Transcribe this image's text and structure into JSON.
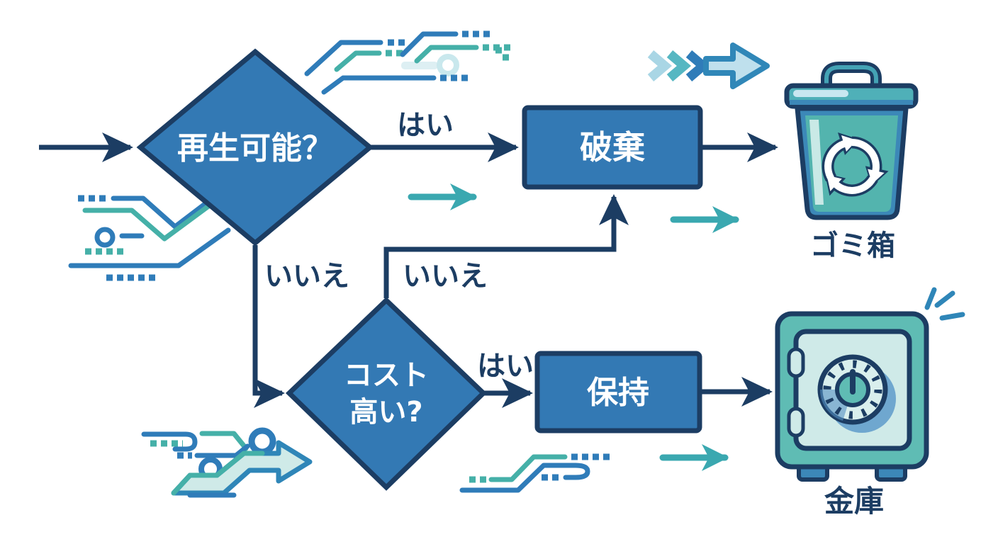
{
  "colors": {
    "navy": "#1c3d63",
    "node_blue": "#3379b4",
    "text_white": "#ffffff",
    "teal": "#3aa8b0",
    "deco_blue": "#2f7cb9",
    "deco_teal": "#45b0a8",
    "pale_teal": "#cfeae8",
    "pale_blue": "#bfe0ed",
    "trash_teal": "#53b4ae",
    "band_blue": "#3c88b8",
    "safe_teal": "#5fbcb4",
    "shadow_blue": "#5e9bca",
    "pale_ring": "#c9e8ed"
  },
  "flow": {
    "decision1": {
      "label": "再生可能？"
    },
    "decision2": {
      "line1": "コスト",
      "line2": "高い?"
    },
    "discard": {
      "label": "破棄"
    },
    "keep": {
      "label": "保持"
    },
    "trash": {
      "caption": "ゴミ箱"
    },
    "safe": {
      "caption": "金庫"
    },
    "edges": {
      "d1_yes": "はい",
      "d1_no": "いいえ",
      "d2_yes": "はい",
      "d2_no": "いいえ"
    }
  }
}
